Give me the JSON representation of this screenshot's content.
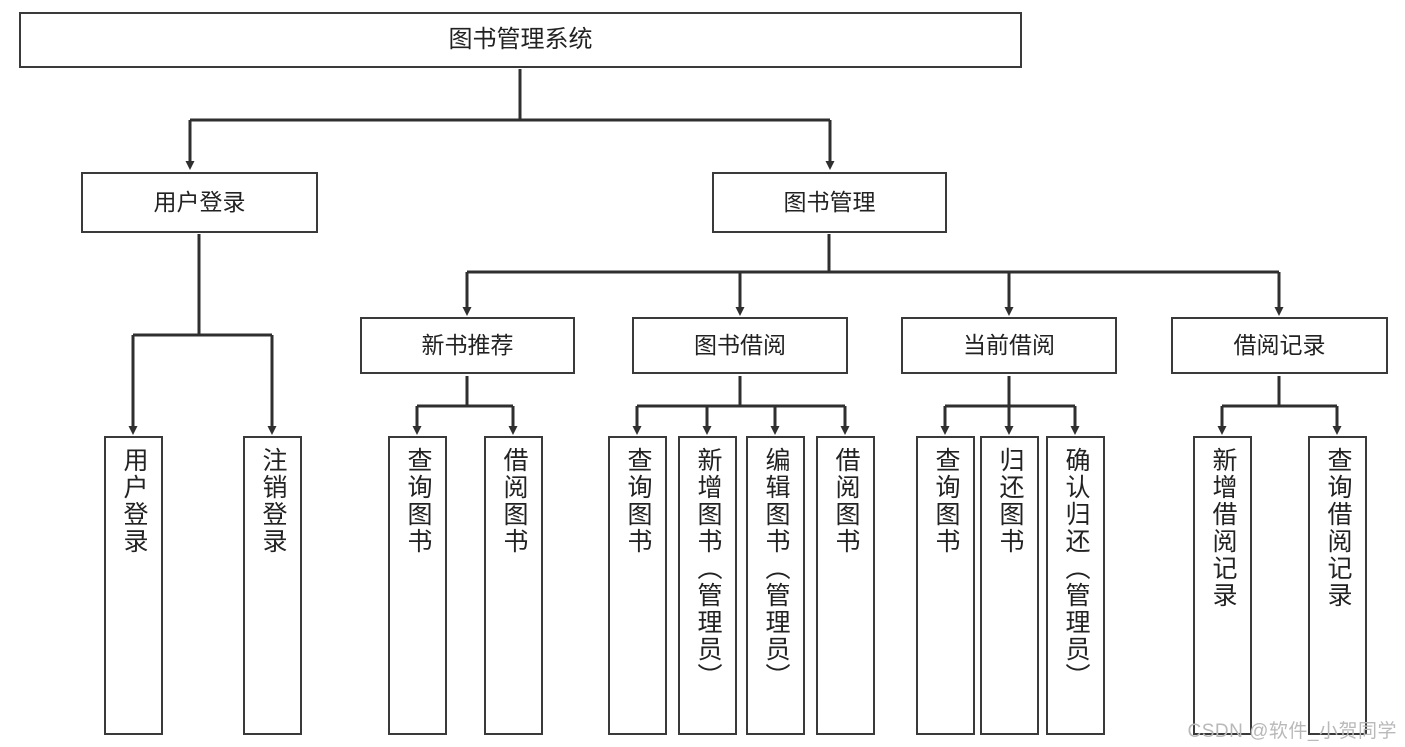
{
  "diagram": {
    "title": "图书管理系统",
    "type": "tree-hierarchy-chart",
    "line_color": "#3a3a3a",
    "box_fill": "#ffffff",
    "text_color": "#222222",
    "root": {
      "id": "root",
      "label": "图书管理系统"
    },
    "level1": [
      {
        "id": "user-login",
        "label": "用户登录"
      },
      {
        "id": "book-manage",
        "label": "图书管理"
      }
    ],
    "level2": [
      {
        "id": "new-book-rec",
        "label": "新书推荐"
      },
      {
        "id": "book-borrow",
        "label": "图书借阅"
      },
      {
        "id": "current-borrow",
        "label": "当前借阅"
      },
      {
        "id": "borrow-record",
        "label": "借阅记录"
      }
    ],
    "leaves": {
      "user-login": [
        {
          "id": "leaf-user-login",
          "label": "用户登录"
        },
        {
          "id": "leaf-user-logout",
          "label": "注销登录"
        }
      ],
      "new-book-rec": [
        {
          "id": "leaf-query-book-1",
          "label": "查询图书"
        },
        {
          "id": "leaf-borrow-book-1",
          "label": "借阅图书"
        }
      ],
      "book-borrow": [
        {
          "id": "leaf-query-book-2",
          "label": "查询图书"
        },
        {
          "id": "leaf-add-book",
          "label": "新增图书（管理员）"
        },
        {
          "id": "leaf-edit-book",
          "label": "编辑图书（管理员）"
        },
        {
          "id": "leaf-borrow-book-2",
          "label": "借阅图书"
        }
      ],
      "current-borrow": [
        {
          "id": "leaf-query-book-3",
          "label": "查询图书"
        },
        {
          "id": "leaf-return-book",
          "label": "归还图书"
        },
        {
          "id": "leaf-confirm-return",
          "label": "确认归还（管理员）"
        }
      ],
      "borrow-record": [
        {
          "id": "leaf-add-record",
          "label": "新增借阅记录"
        },
        {
          "id": "leaf-query-record",
          "label": "查询借阅记录"
        }
      ]
    }
  },
  "watermark": {
    "text": "CSDN @软件_小贺同学"
  }
}
